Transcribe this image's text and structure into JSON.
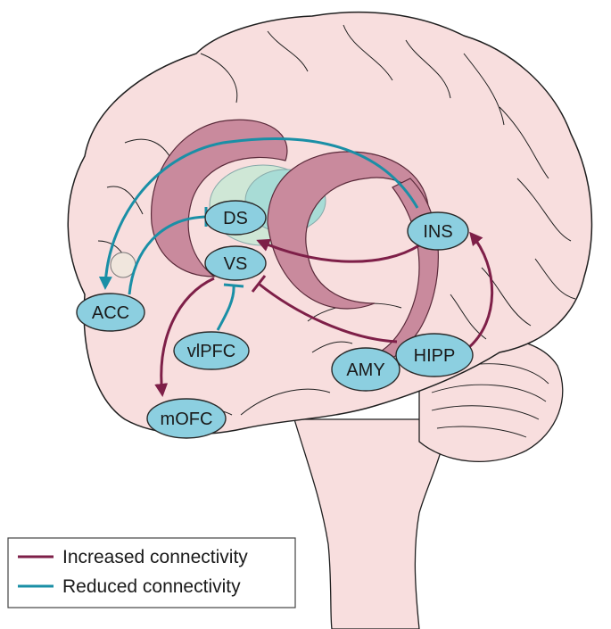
{
  "colors": {
    "increased": "#7e1f48",
    "reduced": "#1a8fa6",
    "node_fill": "#8ccfe0",
    "node_stroke": "#2a2a2a",
    "brain_fill": "#f8dede",
    "brain_stroke": "#1f1f1f",
    "structure_fill": "#c98a9d",
    "legend_border": "#444444"
  },
  "nodes": {
    "ds": "DS",
    "vs": "VS",
    "ins": "INS",
    "acc": "ACC",
    "vlpfc": "vlPFC",
    "mofc": "mOFC",
    "amy": "AMY",
    "hipp": "HIPP"
  },
  "connections": [
    {
      "from": "INS",
      "to": "VS",
      "type": "increased",
      "head": "arrow"
    },
    {
      "from": "INS",
      "to": "ACC",
      "type": "reduced",
      "head": "arrow"
    },
    {
      "from": "ACC",
      "to": "DS",
      "type": "reduced",
      "head": "bar"
    },
    {
      "from": "vlPFC",
      "to": "VS",
      "type": "reduced",
      "head": "bar"
    },
    {
      "from": "VS",
      "to": "mOFC",
      "type": "increased",
      "head": "arrow"
    },
    {
      "from": "HIPP",
      "to": "VS",
      "type": "increased",
      "head": "bar"
    },
    {
      "from": "HIPP",
      "to": "INS",
      "type": "increased",
      "head": "arrow"
    }
  ],
  "legend": {
    "increased_label": "Increased connectivity",
    "reduced_label": "Reduced connectivity"
  }
}
